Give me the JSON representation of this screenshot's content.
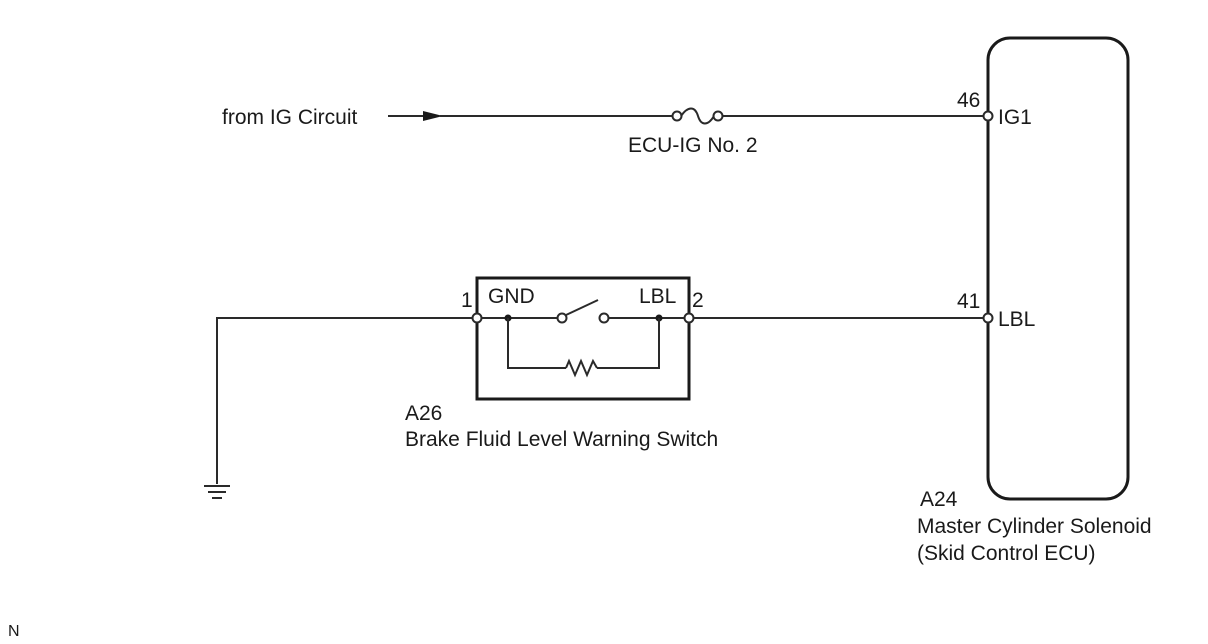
{
  "source": {
    "label": "from IG Circuit"
  },
  "fuse": {
    "label": "ECU-IG No. 2"
  },
  "switch_component": {
    "code": "A26",
    "name": "Brake Fluid Level Warning Switch",
    "pin1_number": "1",
    "pin1_name": "GND",
    "pin2_number": "2",
    "pin2_name": "LBL"
  },
  "ecu_component": {
    "code": "A24",
    "name_line1": "Master Cylinder Solenoid",
    "name_line2": "(Skid Control ECU)",
    "pin_ig1_number": "46",
    "pin_ig1_name": "IG1",
    "pin_lbl_number": "41",
    "pin_lbl_name": "LBL"
  },
  "footer": {
    "mark": "N"
  }
}
